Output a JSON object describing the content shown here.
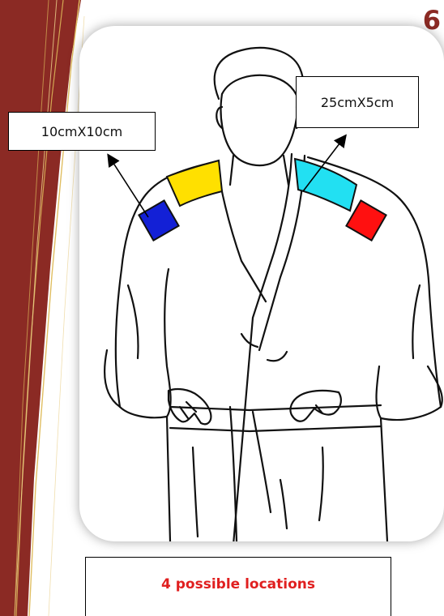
{
  "page": {
    "number": "6"
  },
  "labels": {
    "left_patch_size": "10cmX10cm",
    "right_patch_size": "25cmX5cm",
    "locations": "4 possible locations"
  },
  "colors": {
    "band_dark": "#8b2a24",
    "band_line": "#d9b458",
    "patch_blue": "#1320d6",
    "patch_yellow": "#ffe000",
    "patch_cyan": "#22e0f2",
    "patch_red": "#ff1010",
    "locations_text": "#e01f1f"
  },
  "illustration": {
    "subject": "judo-gi-outline",
    "patches": [
      "blue-square-left-arm",
      "yellow-strip-left-shoulder",
      "cyan-strip-right-shoulder",
      "red-square-right-arm"
    ]
  }
}
